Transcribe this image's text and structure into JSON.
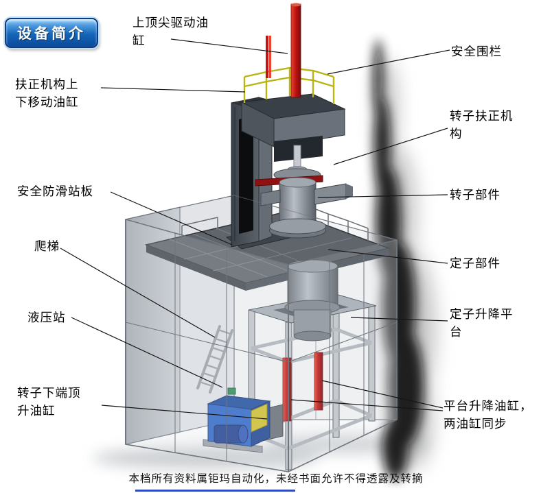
{
  "title_button": {
    "label": "设备简介"
  },
  "footer": {
    "text": "本档所有资料属钜玛自动化，未经书面允许不得透露及转摘"
  },
  "colors": {
    "accent_blue": "#1565b8",
    "cylinder_red": "#c11414",
    "hydraulic_blue": "#2e66c9",
    "railing_yellow": "#b9b411",
    "platform_gray": "#60656c"
  },
  "labels": [
    {
      "name": "top-center-drive-cylinder",
      "text": "上顶尖驱动油\n缸"
    },
    {
      "name": "safety-fence",
      "text": "安全围栏"
    },
    {
      "name": "centering-mechanism-move-cylinder",
      "text": "扶正机构上\n下移动油缸"
    },
    {
      "name": "rotor-centering-mechanism",
      "text": "转子扶正机\n构"
    },
    {
      "name": "safety-anti-slip-platform",
      "text": "安全防滑站板"
    },
    {
      "name": "rotor-component",
      "text": "转子部件"
    },
    {
      "name": "ladder",
      "text": "爬梯"
    },
    {
      "name": "stator-component",
      "text": "定子部件"
    },
    {
      "name": "hydraulic-station",
      "text": "液压站"
    },
    {
      "name": "stator-lifting-platform",
      "text": "定子升降平\n台"
    },
    {
      "name": "rotor-bottom-jack-cylinder",
      "text": "转子下端顶\n升油缸"
    },
    {
      "name": "platform-lift-cylinders",
      "text": "平台升降油缸，\n两油缸同步"
    }
  ]
}
